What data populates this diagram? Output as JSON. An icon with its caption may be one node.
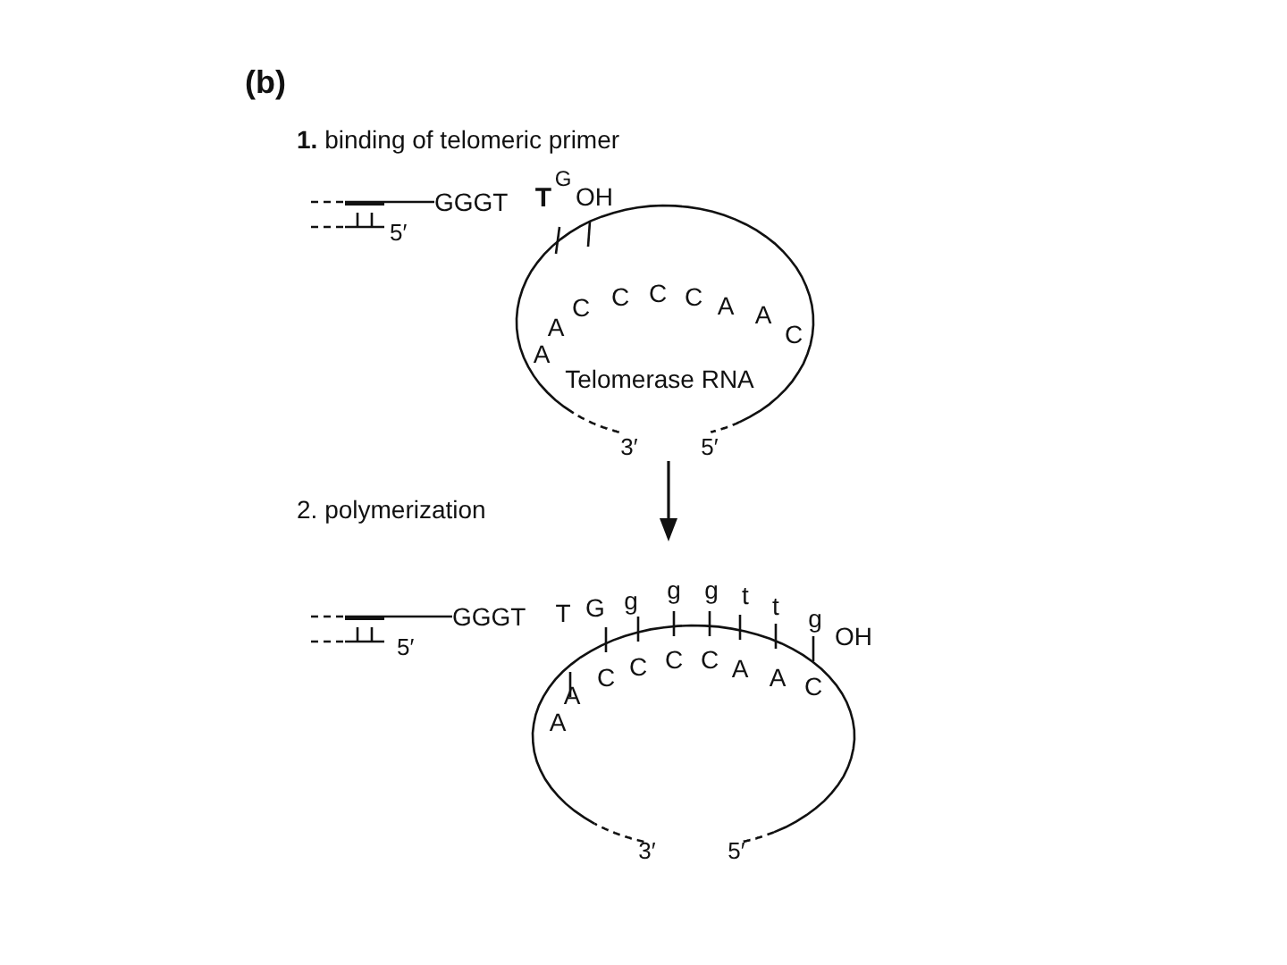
{
  "diagram": {
    "labels": [
      "(b)",
      "**1.** binding of telomeric primer",
      "GGGT",
      "T",
      "G",
      "OH",
      "5′",
      "A",
      "A",
      "C",
      "C",
      "C",
      "C",
      "A",
      "A",
      "C",
      "Telomerase RNA",
      "3′",
      "5′",
      "2. polymerization",
      "GGGT",
      "T",
      "G",
      "g",
      "g",
      "g",
      "t",
      "t",
      "g",
      "OH",
      "5′",
      "A",
      "A",
      "C",
      "C",
      "C",
      "C",
      "A",
      "A",
      "C",
      "3′",
      "5′"
    ]
  }
}
